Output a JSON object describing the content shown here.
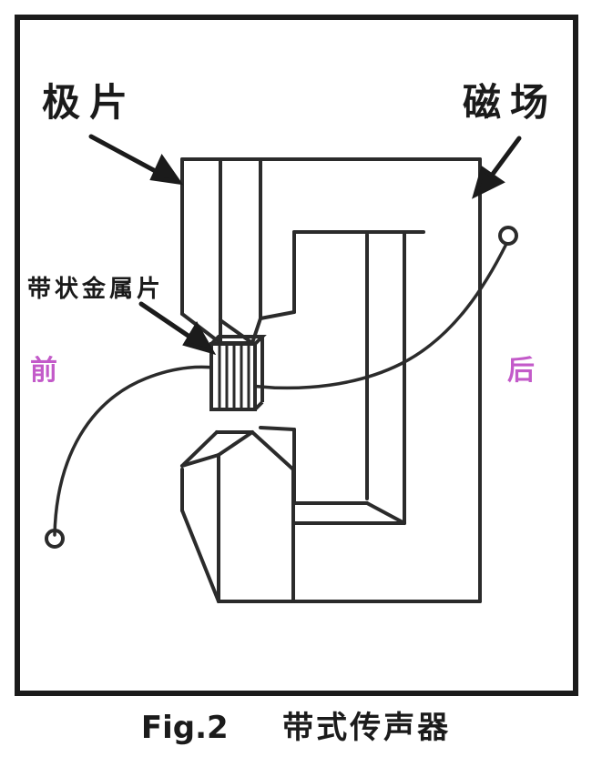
{
  "figure": {
    "caption_number": "Fig.2",
    "caption_title": "带式传声器",
    "frame_color": "#1b1b1b",
    "line_color": "#2b2b2b",
    "accent_color": "#c35ac9"
  },
  "labels": {
    "pole_piece": "极片",
    "magnetic_field": "磁场",
    "ribbon_foil": "带状金属片",
    "front": "前",
    "back": "后"
  },
  "diagram_parts": {
    "frame": "outer-rectangular-border",
    "magnet_body": "magnet-yoke-isometric-block",
    "upper_pole": "upper-pole-piece-chamfered",
    "lower_pole": "lower-pole-piece-chamfered",
    "ribbon": "corrugated-metal-ribbon",
    "lead_wire_front": "curved-lead-wire-to-front-terminal",
    "lead_wire_back": "curved-lead-wire-to-back-terminal",
    "terminal_front": "terminal-circle-lower-left",
    "terminal_back": "terminal-circle-upper-right"
  }
}
